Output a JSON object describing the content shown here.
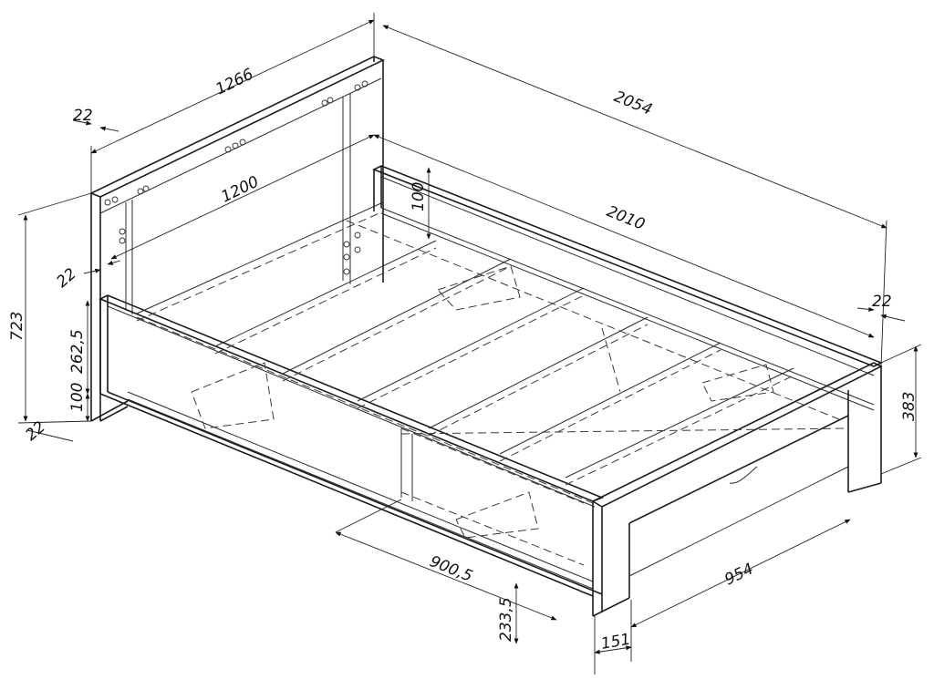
{
  "diagram": {
    "dimensions": {
      "headboard_width": "1266",
      "total_length": "2054",
      "inner_width": "1200",
      "inner_length": "2010",
      "headboard_thickness": "22",
      "side_board_thickness": "22",
      "side_board_height": "100",
      "footboard_thickness": "22",
      "total_height": "723",
      "headboard_offset": "262,5",
      "lower_board_height": "100",
      "bottom_thickness": "22",
      "footboard_height": "383",
      "drawer_length": "900,5",
      "drawer_height": "233,5",
      "drawer_width": "954",
      "leg_width": "151"
    }
  }
}
